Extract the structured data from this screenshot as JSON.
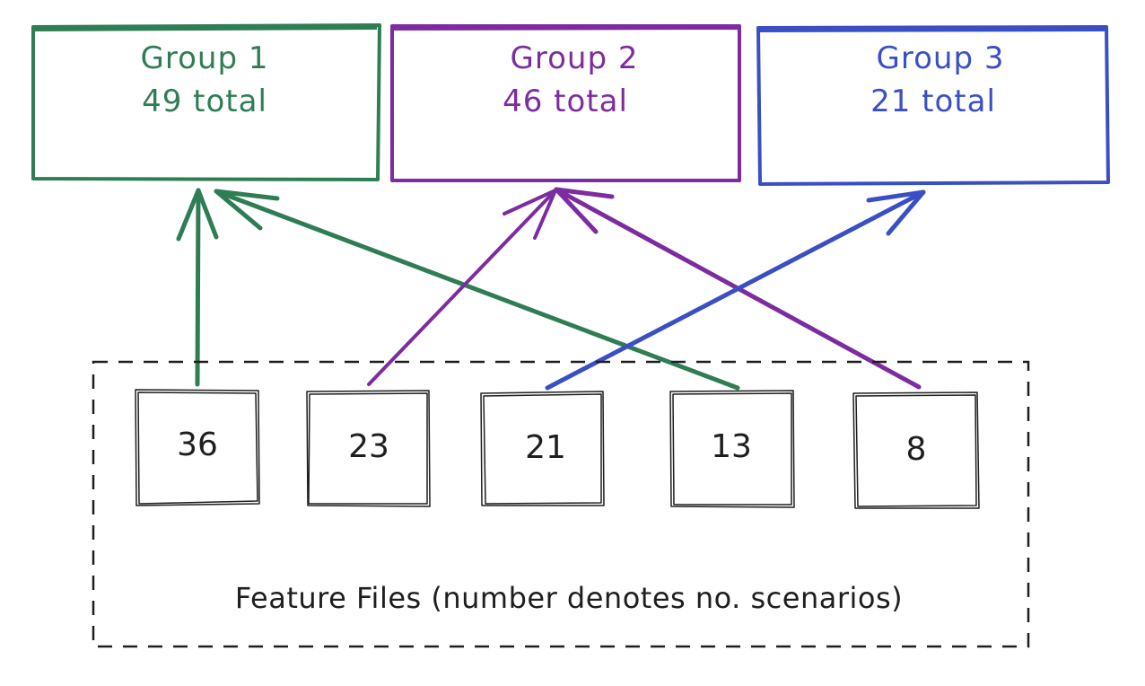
{
  "colors": {
    "group_1": "#2f7d55",
    "group_2": "#7d2ca0",
    "group_3": "#3a4fc4",
    "ink": "#1e1e1e"
  },
  "groups": [
    {
      "name": "Group 1",
      "total": "49 total"
    },
    {
      "name": "Group 2",
      "total": "46 total"
    },
    {
      "name": "Group 3",
      "total": "21 total"
    }
  ],
  "feature_files": {
    "caption": "Feature Files (number denotes no. scenarios)",
    "items": [
      {
        "count": "36",
        "group": "Group 1"
      },
      {
        "count": "23",
        "group": "Group 2"
      },
      {
        "count": "21",
        "group": "Group 3"
      },
      {
        "count": "13",
        "group": "Group 1"
      },
      {
        "count": "8",
        "group": "Group 2"
      }
    ]
  }
}
